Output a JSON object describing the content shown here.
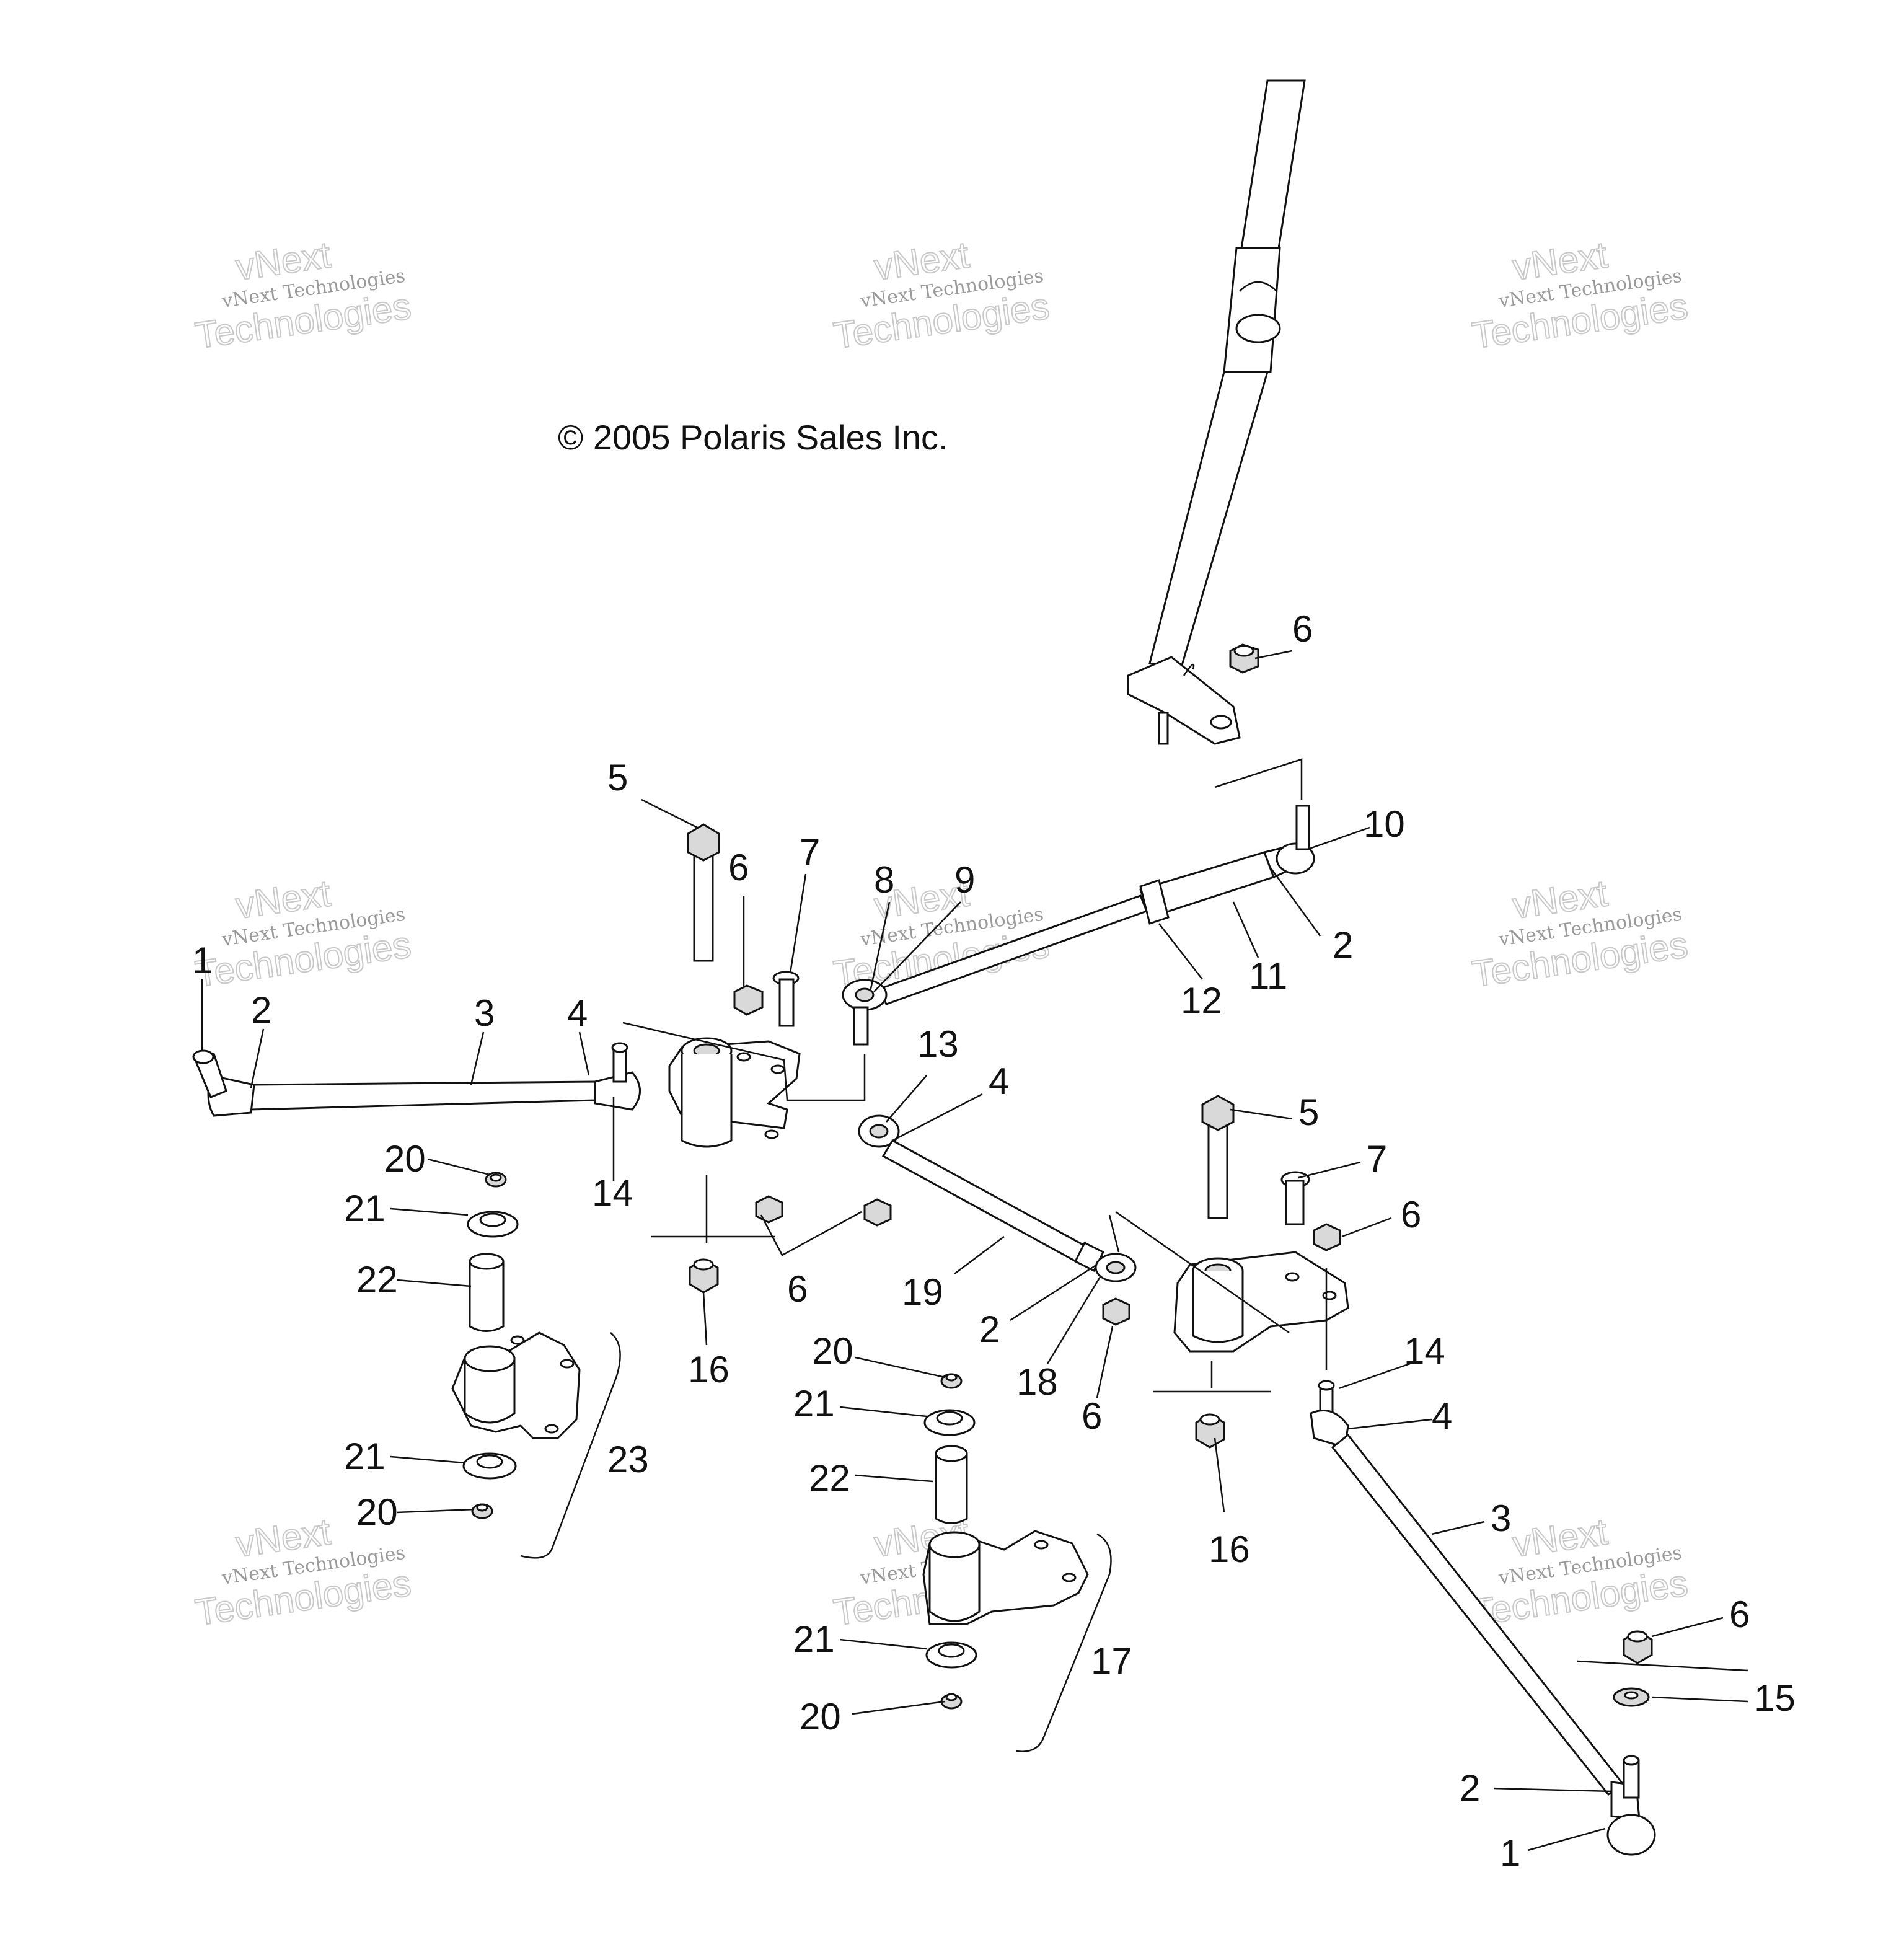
{
  "copyright": "© 2005 Polaris Sales Inc.",
  "watermark": {
    "line1": "vNext",
    "line2": "vNext Technologies",
    "line3": "Technologies"
  },
  "callouts": [
    {
      "id": "c1a",
      "label": "1"
    },
    {
      "id": "c2a",
      "label": "2"
    },
    {
      "id": "c3a",
      "label": "3"
    },
    {
      "id": "c4a",
      "label": "4"
    },
    {
      "id": "c14a",
      "label": "14"
    },
    {
      "id": "c20a",
      "label": "20"
    },
    {
      "id": "c21a",
      "label": "21"
    },
    {
      "id": "c22a",
      "label": "22"
    },
    {
      "id": "c21b",
      "label": "21"
    },
    {
      "id": "c20b",
      "label": "20"
    },
    {
      "id": "c23",
      "label": "23"
    },
    {
      "id": "c5a",
      "label": "5"
    },
    {
      "id": "c6a",
      "label": "6"
    },
    {
      "id": "c7a",
      "label": "7"
    },
    {
      "id": "c8",
      "label": "8"
    },
    {
      "id": "c9",
      "label": "9"
    },
    {
      "id": "c6b",
      "label": "6"
    },
    {
      "id": "c10",
      "label": "10"
    },
    {
      "id": "c2b",
      "label": "2"
    },
    {
      "id": "c11",
      "label": "11"
    },
    {
      "id": "c12",
      "label": "12"
    },
    {
      "id": "c13",
      "label": "13"
    },
    {
      "id": "c4b",
      "label": "4"
    },
    {
      "id": "c6c",
      "label": "6"
    },
    {
      "id": "c16a",
      "label": "16"
    },
    {
      "id": "c19",
      "label": "19"
    },
    {
      "id": "c2c",
      "label": "2"
    },
    {
      "id": "c18",
      "label": "18"
    },
    {
      "id": "c6d",
      "label": "6"
    },
    {
      "id": "c20c",
      "label": "20"
    },
    {
      "id": "c21c",
      "label": "21"
    },
    {
      "id": "c22b",
      "label": "22"
    },
    {
      "id": "c21d",
      "label": "21"
    },
    {
      "id": "c20d",
      "label": "20"
    },
    {
      "id": "c17",
      "label": "17"
    },
    {
      "id": "c5b",
      "label": "5"
    },
    {
      "id": "c7b",
      "label": "7"
    },
    {
      "id": "c6e",
      "label": "6"
    },
    {
      "id": "c16b",
      "label": "16"
    },
    {
      "id": "c14b",
      "label": "14"
    },
    {
      "id": "c4c",
      "label": "4"
    },
    {
      "id": "c3b",
      "label": "3"
    },
    {
      "id": "c6f",
      "label": "6"
    },
    {
      "id": "c15",
      "label": "15"
    },
    {
      "id": "c2d",
      "label": "2"
    },
    {
      "id": "c1b",
      "label": "1"
    }
  ]
}
